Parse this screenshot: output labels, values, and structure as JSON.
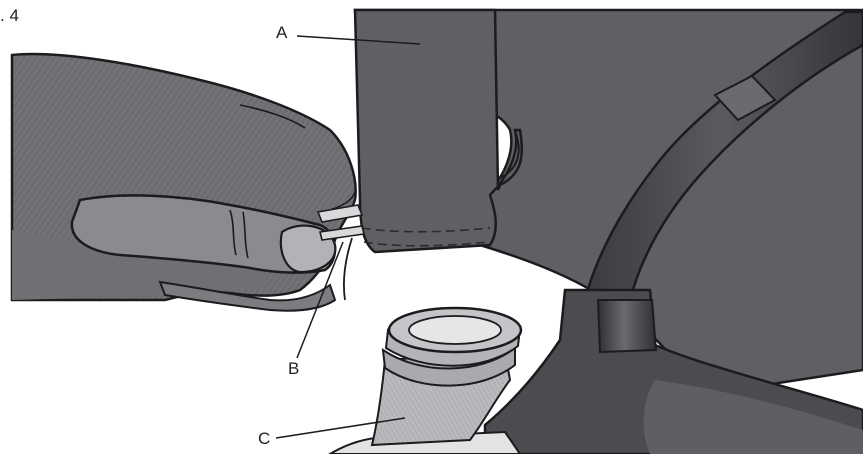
{
  "figure": {
    "number": ". 4",
    "callouts": {
      "a": "A",
      "b": "B",
      "c": "C"
    }
  },
  "colors": {
    "bag": "#5f6063",
    "bag_dark": "#4a4b4e",
    "hand": "#6e6f72",
    "hand_light": "#8c8d90",
    "nozzle": "#3e3f42",
    "bottle": "#e3e3e3",
    "outline": "#1c1c1e",
    "background": "#ffffff"
  },
  "icons": [
    "bag-illustration",
    "hand-illustration",
    "tie-illustration",
    "bottle-illustration",
    "nozzle-illustration"
  ]
}
